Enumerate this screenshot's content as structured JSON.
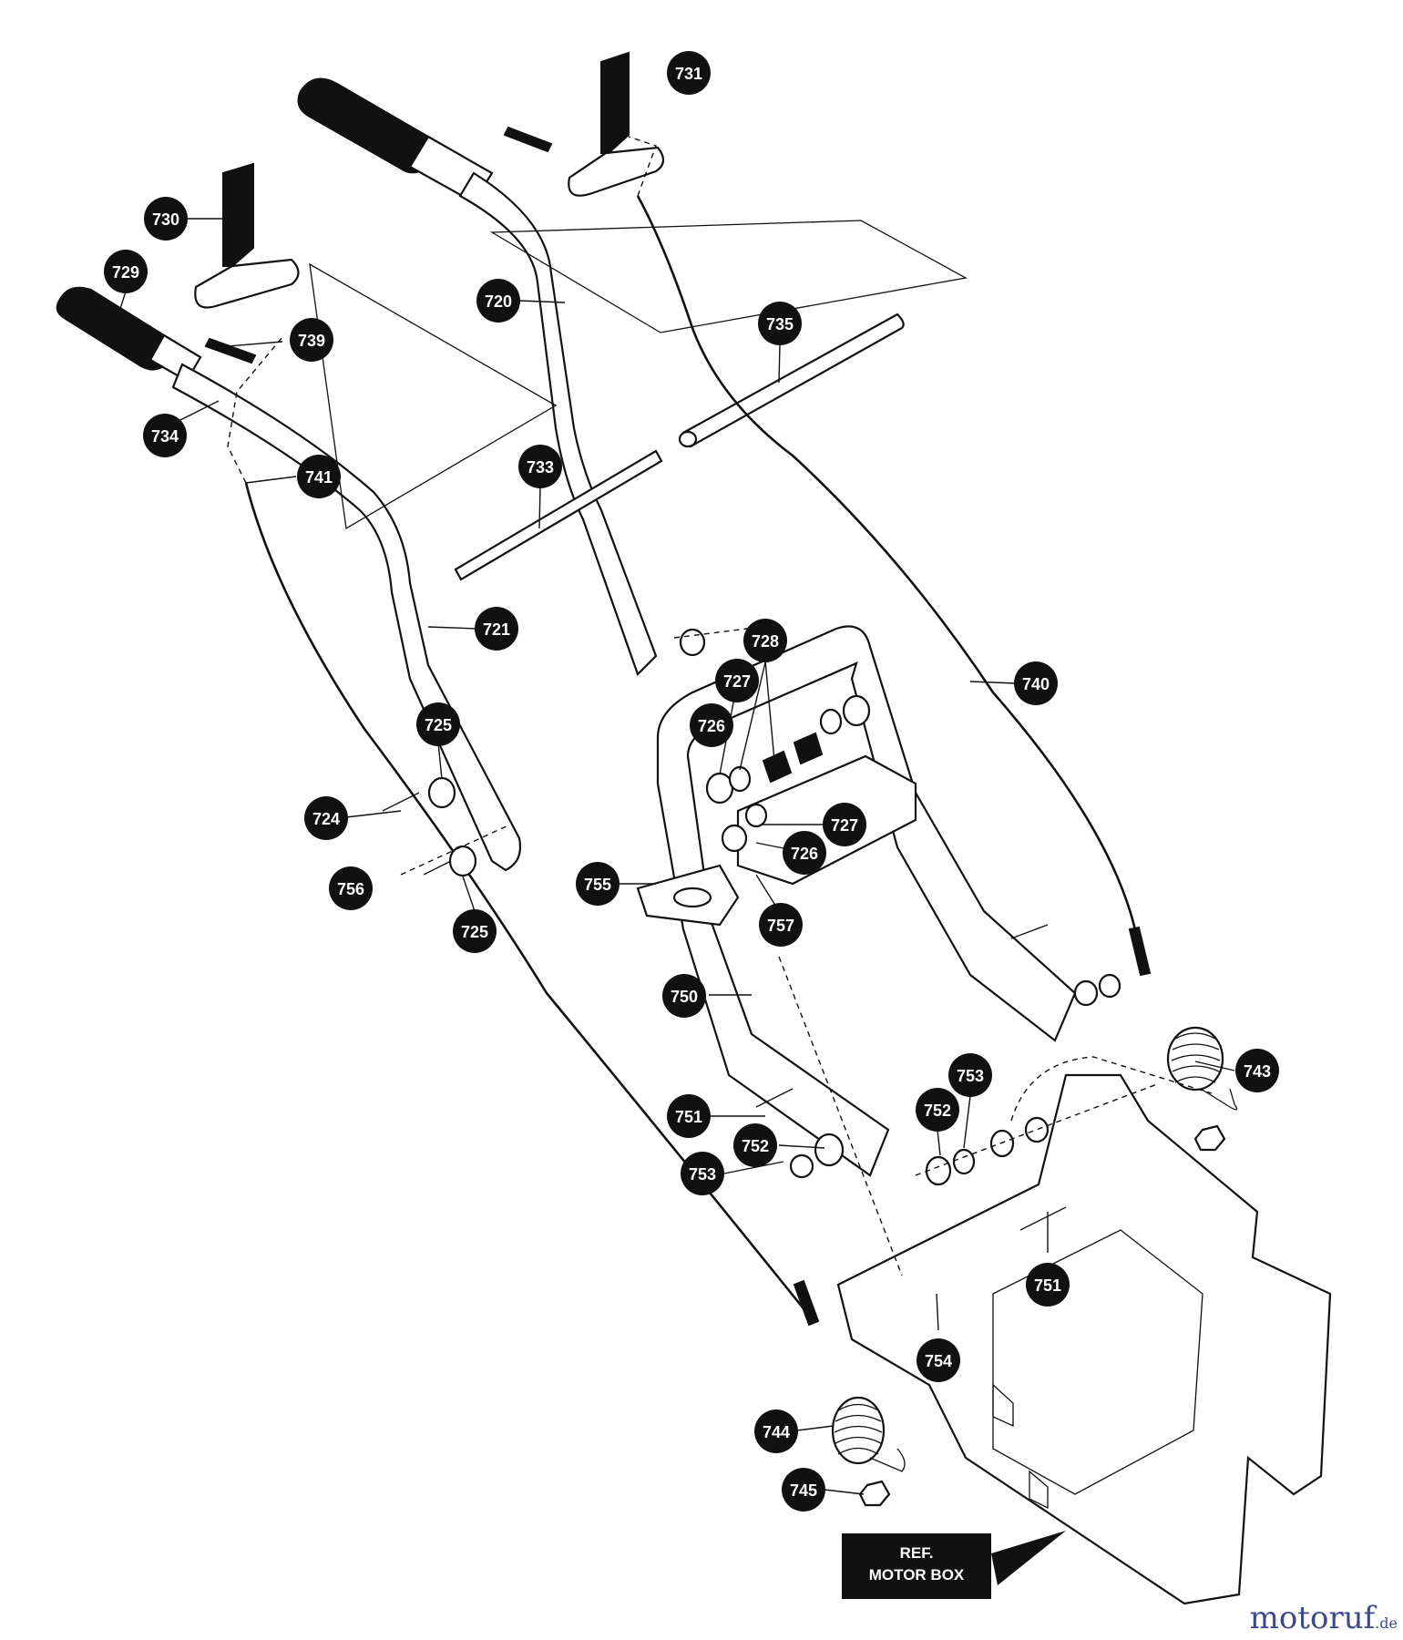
{
  "diagram": {
    "callouts": {
      "p720": "720",
      "p721": "721",
      "p724": "724",
      "p725a": "725",
      "p725b": "725",
      "p726a": "726",
      "p726b": "726",
      "p727a": "727",
      "p727b": "727",
      "p728": "728",
      "p729": "729",
      "p730": "730",
      "p731": "731",
      "p733": "733",
      "p734": "734",
      "p735": "735",
      "p739": "739",
      "p740": "740",
      "p741": "741",
      "p743": "743",
      "p744": "744",
      "p745": "745",
      "p750": "750",
      "p751a": "751",
      "p751b": "751",
      "p752a": "752",
      "p752b": "752",
      "p753a": "753",
      "p753b": "753",
      "p754": "754",
      "p755": "755",
      "p756": "756",
      "p757": "757"
    },
    "ref_box": {
      "line1": "REF.",
      "line2": "MOTOR BOX"
    },
    "watermark": {
      "name": "motoruf",
      "suffix": ".de"
    }
  }
}
